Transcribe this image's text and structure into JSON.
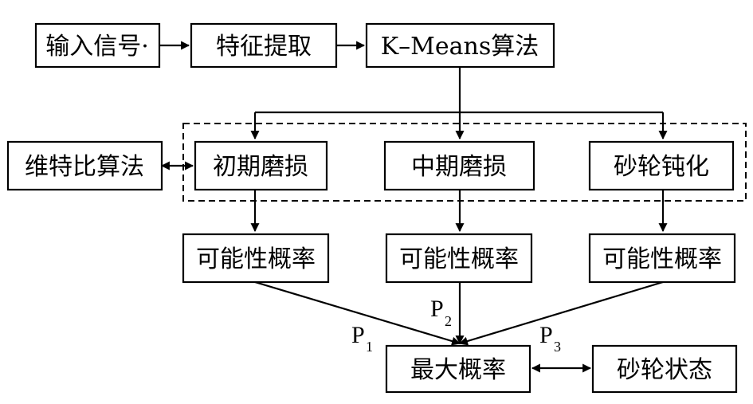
{
  "nodes": {
    "input_signal": "输入信号·",
    "feature_extraction": "特征提取",
    "kmeans": "K–Means算法",
    "viterbi": "维特比算法",
    "early_wear": "初期磨损",
    "mid_wear": "中期磨损",
    "wheel_dull": "砂轮钝化",
    "prob_1": "可能性概率",
    "prob_2": "可能性概率",
    "prob_3": "可能性概率",
    "max_prob": "最大概率",
    "wheel_state": "砂轮状态"
  },
  "edge_labels": {
    "p1": {
      "main": "P",
      "sub": "1"
    },
    "p2": {
      "main": "P",
      "sub": "2"
    },
    "p3": {
      "main": "P",
      "sub": "3"
    }
  }
}
